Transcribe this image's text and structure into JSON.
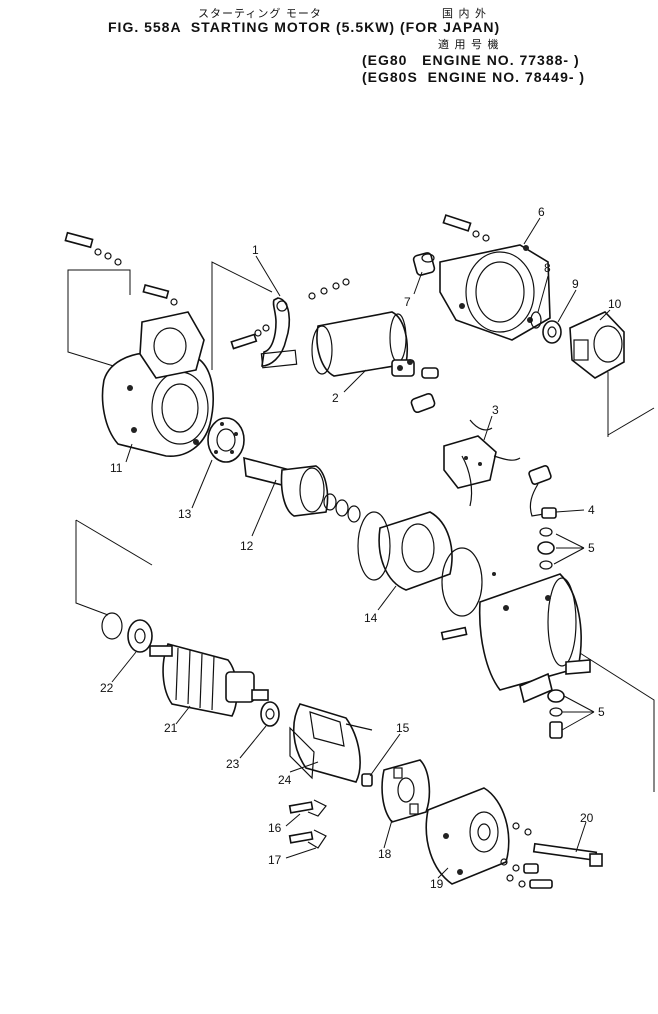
{
  "header": {
    "jp_title": "スターティング モータ",
    "jp_region": "国 内 外",
    "title": "FIG. 558A  STARTING MOTOR (5.5KW) (FOR JAPAN)",
    "jp_applicable": "適 用 号 機",
    "engine_line_1": "(EG80   ENGINE NO. 77388- )",
    "engine_line_2": "(EG80S  ENGINE NO. 78449- )"
  },
  "callouts": {
    "p1": "1",
    "p2": "2",
    "p3": "3",
    "p4": "4",
    "p5a": "5",
    "p5b": "5",
    "p6": "6",
    "p7": "7",
    "p8": "8",
    "p9": "9",
    "p10": "10",
    "p11": "11",
    "p12": "12",
    "p13": "13",
    "p14": "14",
    "p15": "15",
    "p16": "16",
    "p17": "17",
    "p18": "18",
    "p19": "19",
    "p20": "20",
    "p21": "21",
    "p22": "22",
    "p23": "23",
    "p24": "24"
  }
}
